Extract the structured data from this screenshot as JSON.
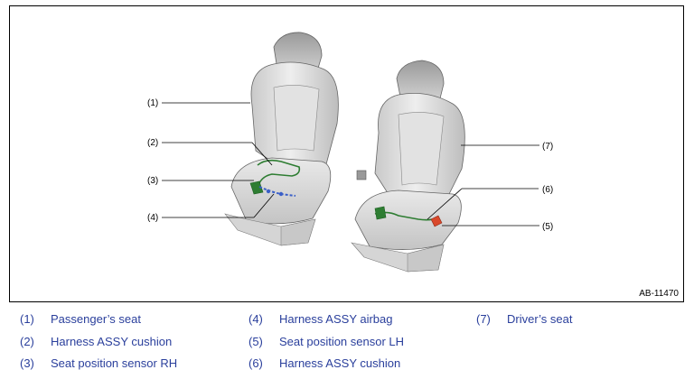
{
  "figure": {
    "code": "AB-11470",
    "callouts": {
      "c1": "(1)",
      "c2": "(2)",
      "c3": "(3)",
      "c4": "(4)",
      "c5": "(5)",
      "c6": "(6)",
      "c7": "(7)"
    }
  },
  "legend": [
    {
      "num": "(1)",
      "label": "Passenger’s seat"
    },
    {
      "num": "(2)",
      "label": "Harness ASSY cushion"
    },
    {
      "num": "(3)",
      "label": "Seat position sensor RH"
    },
    {
      "num": "(4)",
      "label": "Harness ASSY airbag"
    },
    {
      "num": "(5)",
      "label": "Seat position sensor LH"
    },
    {
      "num": "(6)",
      "label": "Harness ASSY cushion"
    },
    {
      "num": "(7)",
      "label": "Driver’s seat"
    }
  ],
  "colors": {
    "harness": "#2e7d32",
    "sensor": "#3a5fc8",
    "sensor_lh": "#d9482b",
    "legend_text": "#2a3f9c"
  }
}
